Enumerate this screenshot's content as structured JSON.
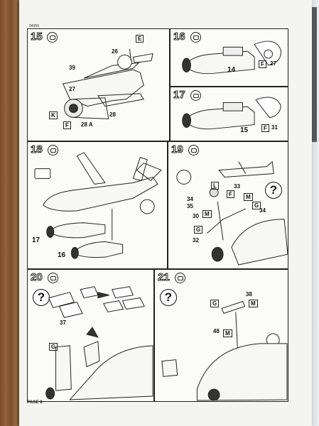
{
  "document": {
    "code": "04359",
    "footer": "PAGE 8"
  },
  "steps": [
    {
      "num": "15",
      "parts": [
        "26",
        "39",
        "27",
        "28",
        "28 A"
      ],
      "marks": [
        "K",
        "F",
        "E"
      ]
    },
    {
      "num": "16",
      "parts": [
        "14",
        "27"
      ],
      "marks": [
        "F"
      ]
    },
    {
      "num": "17",
      "parts": [
        "15",
        "31"
      ],
      "marks": [
        "F"
      ]
    },
    {
      "num": "18",
      "parts": [
        "17",
        "16"
      ]
    },
    {
      "num": "19",
      "parts": [
        "33",
        "34",
        "35",
        "30",
        "32",
        "34"
      ],
      "marks": [
        "L",
        "F",
        "M",
        "G",
        "M",
        "G"
      ]
    },
    {
      "num": "20",
      "parts": [
        "37"
      ],
      "marks": [
        "G"
      ]
    },
    {
      "num": "21",
      "parts": [
        "38",
        "48"
      ],
      "marks": [
        "G",
        "M",
        "M"
      ]
    }
  ]
}
